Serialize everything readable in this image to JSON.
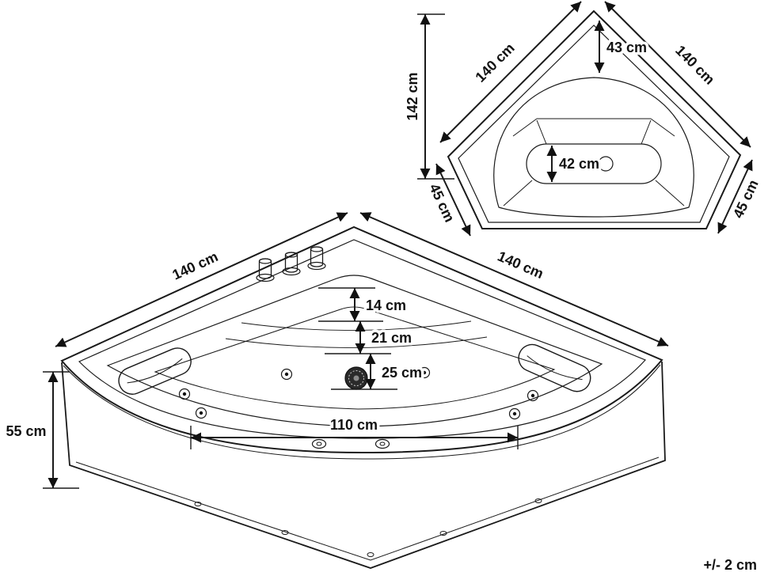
{
  "tolerance_note": "+/- 2 cm",
  "top_view": {
    "overall_height": "142 cm",
    "side_left": "140 cm",
    "side_right": "140 cm",
    "back_depth": "43 cm",
    "seat_depth": "42 cm",
    "corner_left": "45 cm",
    "corner_right": "45 cm"
  },
  "front_view": {
    "side_left": "140 cm",
    "side_right": "140 cm",
    "rim_depth": "14 cm",
    "mid_depth": "21 cm",
    "lower_depth": "25 cm",
    "inner_width": "110 cm",
    "base_height": "55 cm"
  }
}
